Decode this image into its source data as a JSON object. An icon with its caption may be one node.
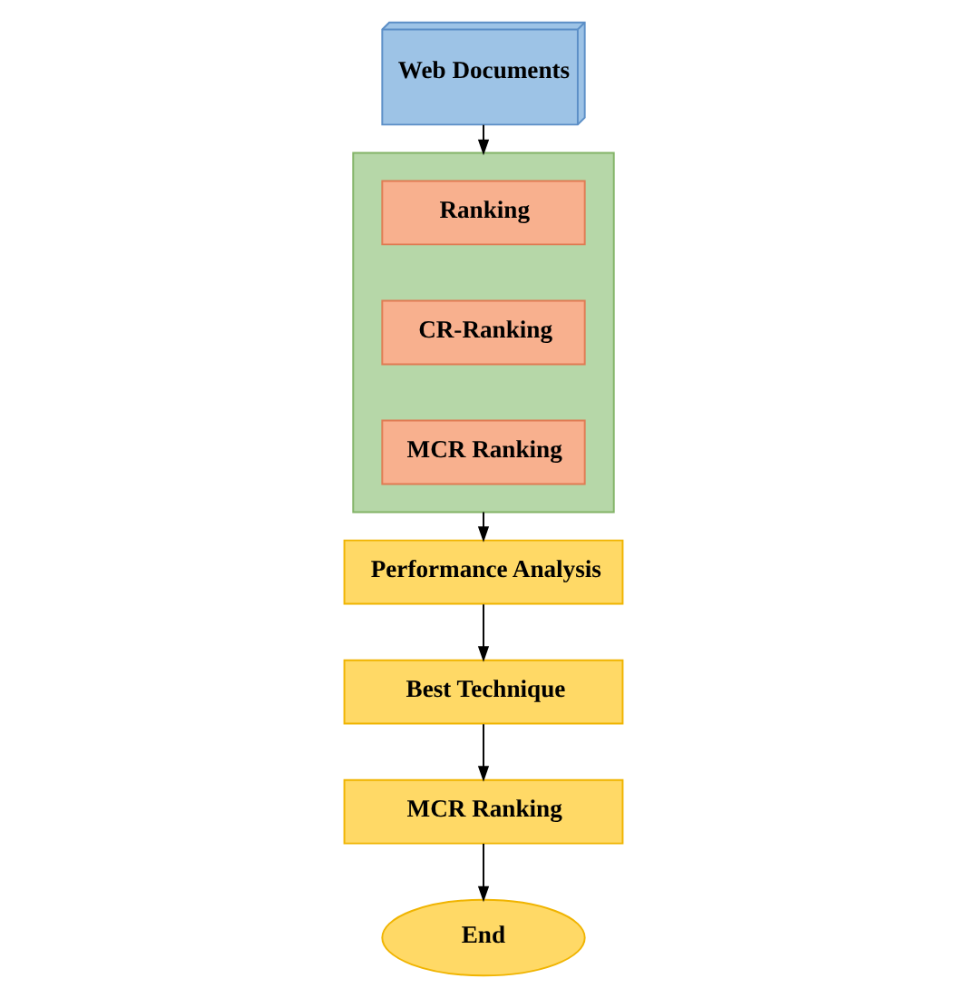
{
  "diagram": {
    "nodes": [
      {
        "text": [
          "Web Documents"
        ]
      },
      {
        "text": [],
        "shape": "box"
      },
      {
        "text": [
          "Ranking"
        ],
        "in": 1
      },
      {
        "text": [
          "CR-Ranking"
        ],
        "in": 1
      },
      {
        "text": [
          "MCR Ranking"
        ],
        "in": 1
      },
      {
        "text": [
          "Performance Analysis"
        ]
      },
      {
        "text": [
          "Best Technique"
        ]
      },
      {
        "text": [
          "MCR Ranking"
        ]
      },
      {
        "text": [
          "End"
        ]
      }
    ],
    "edges": [
      {
        "from": 0,
        "to": 1,
        "arrow": "to"
      },
      {
        "from": 1,
        "to": 5,
        "arrow": "to"
      },
      {
        "from": 5,
        "to": 6,
        "arrow": "to"
      },
      {
        "from": 6,
        "to": 7,
        "arrow": "to"
      },
      {
        "from": 7,
        "to": 8,
        "arrow": "to"
      }
    ]
  }
}
